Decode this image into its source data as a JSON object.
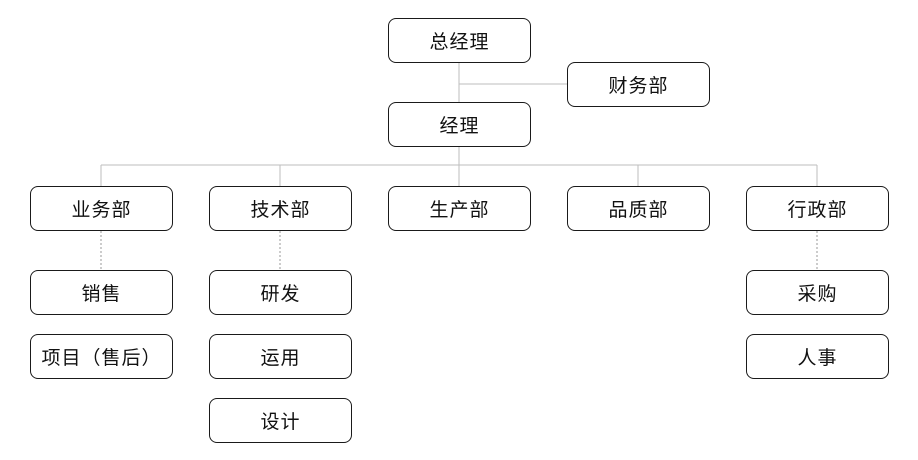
{
  "org": {
    "general_manager": "总经理",
    "finance": "财务部",
    "manager": "经理",
    "departments": {
      "business": "业务部",
      "tech": "技术部",
      "production": "生产部",
      "quality": "品质部",
      "admin": "行政部"
    },
    "business_units": [
      "销售",
      "项目（售后）"
    ],
    "tech_units": [
      "研发",
      "运用",
      "设计"
    ],
    "admin_units": [
      "采购",
      "人事"
    ]
  }
}
